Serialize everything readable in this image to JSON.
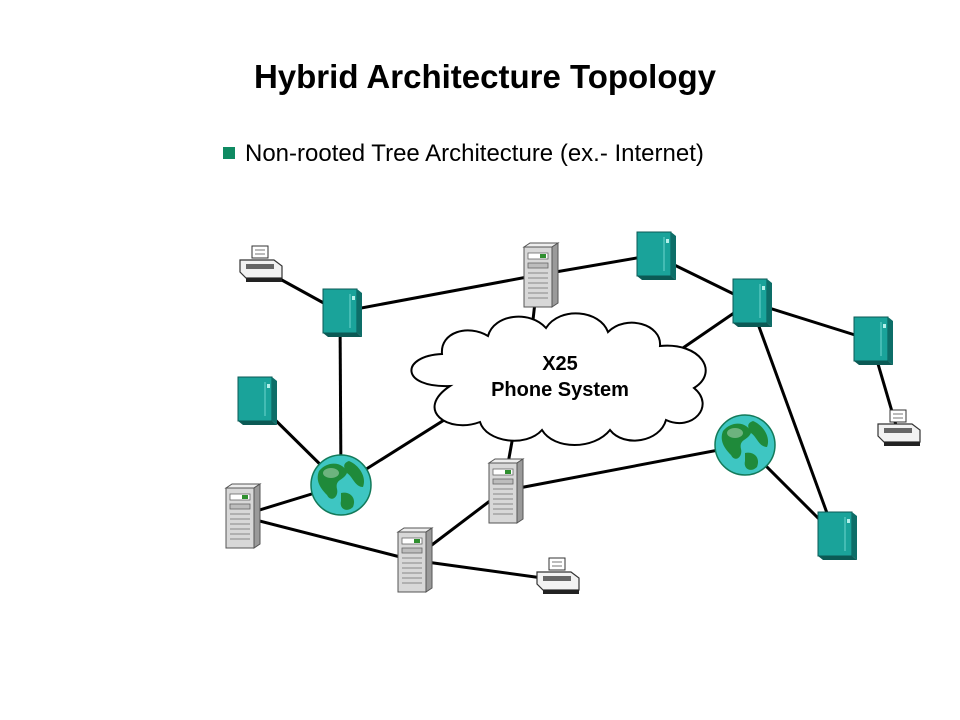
{
  "slide": {
    "title": "Hybrid Architecture Topology",
    "bullet": "Non-rooted Tree Architecture (ex.- Internet)"
  },
  "cloud": {
    "line1": "X25",
    "line2": "Phone System"
  },
  "colors": {
    "bullet": "#0f8a62",
    "terminal": "#1aa39a",
    "globe_ocean": "#3ec6c2",
    "globe_land": "#1f8a3a",
    "server": "#d8d8d8"
  },
  "nodes": [
    {
      "id": "printer-1",
      "kind": "printer"
    },
    {
      "id": "terminal-1",
      "kind": "terminal"
    },
    {
      "id": "server-top",
      "kind": "server"
    },
    {
      "id": "terminal-top",
      "kind": "terminal"
    },
    {
      "id": "terminal-right-1",
      "kind": "terminal"
    },
    {
      "id": "terminal-right-2",
      "kind": "terminal"
    },
    {
      "id": "printer-right",
      "kind": "printer"
    },
    {
      "id": "terminal-left",
      "kind": "terminal"
    },
    {
      "id": "globe-left",
      "kind": "globe"
    },
    {
      "id": "server-left",
      "kind": "server"
    },
    {
      "id": "server-mid",
      "kind": "server"
    },
    {
      "id": "server-bottom",
      "kind": "server"
    },
    {
      "id": "printer-bottom",
      "kind": "printer"
    },
    {
      "id": "globe-right",
      "kind": "globe"
    },
    {
      "id": "terminal-bottom-right",
      "kind": "terminal"
    },
    {
      "id": "cloud",
      "kind": "cloud"
    }
  ],
  "links": [
    [
      "printer-1",
      "terminal-1"
    ],
    [
      "terminal-1",
      "server-top"
    ],
    [
      "terminal-1",
      "globe-left"
    ],
    [
      "server-top",
      "terminal-top"
    ],
    [
      "terminal-top",
      "terminal-right-1"
    ],
    [
      "terminal-right-1",
      "terminal-right-2"
    ],
    [
      "terminal-right-1",
      "cloud"
    ],
    [
      "terminal-right-1",
      "terminal-bottom-right"
    ],
    [
      "terminal-right-2",
      "printer-right"
    ],
    [
      "server-top",
      "cloud"
    ],
    [
      "terminal-left",
      "globe-left"
    ],
    [
      "globe-left",
      "cloud"
    ],
    [
      "globe-left",
      "server-left"
    ],
    [
      "server-left",
      "server-bottom"
    ],
    [
      "server-bottom",
      "server-mid"
    ],
    [
      "server-bottom",
      "printer-bottom"
    ],
    [
      "server-mid",
      "cloud"
    ],
    [
      "server-mid",
      "globe-right"
    ],
    [
      "globe-right",
      "terminal-bottom-right"
    ]
  ]
}
